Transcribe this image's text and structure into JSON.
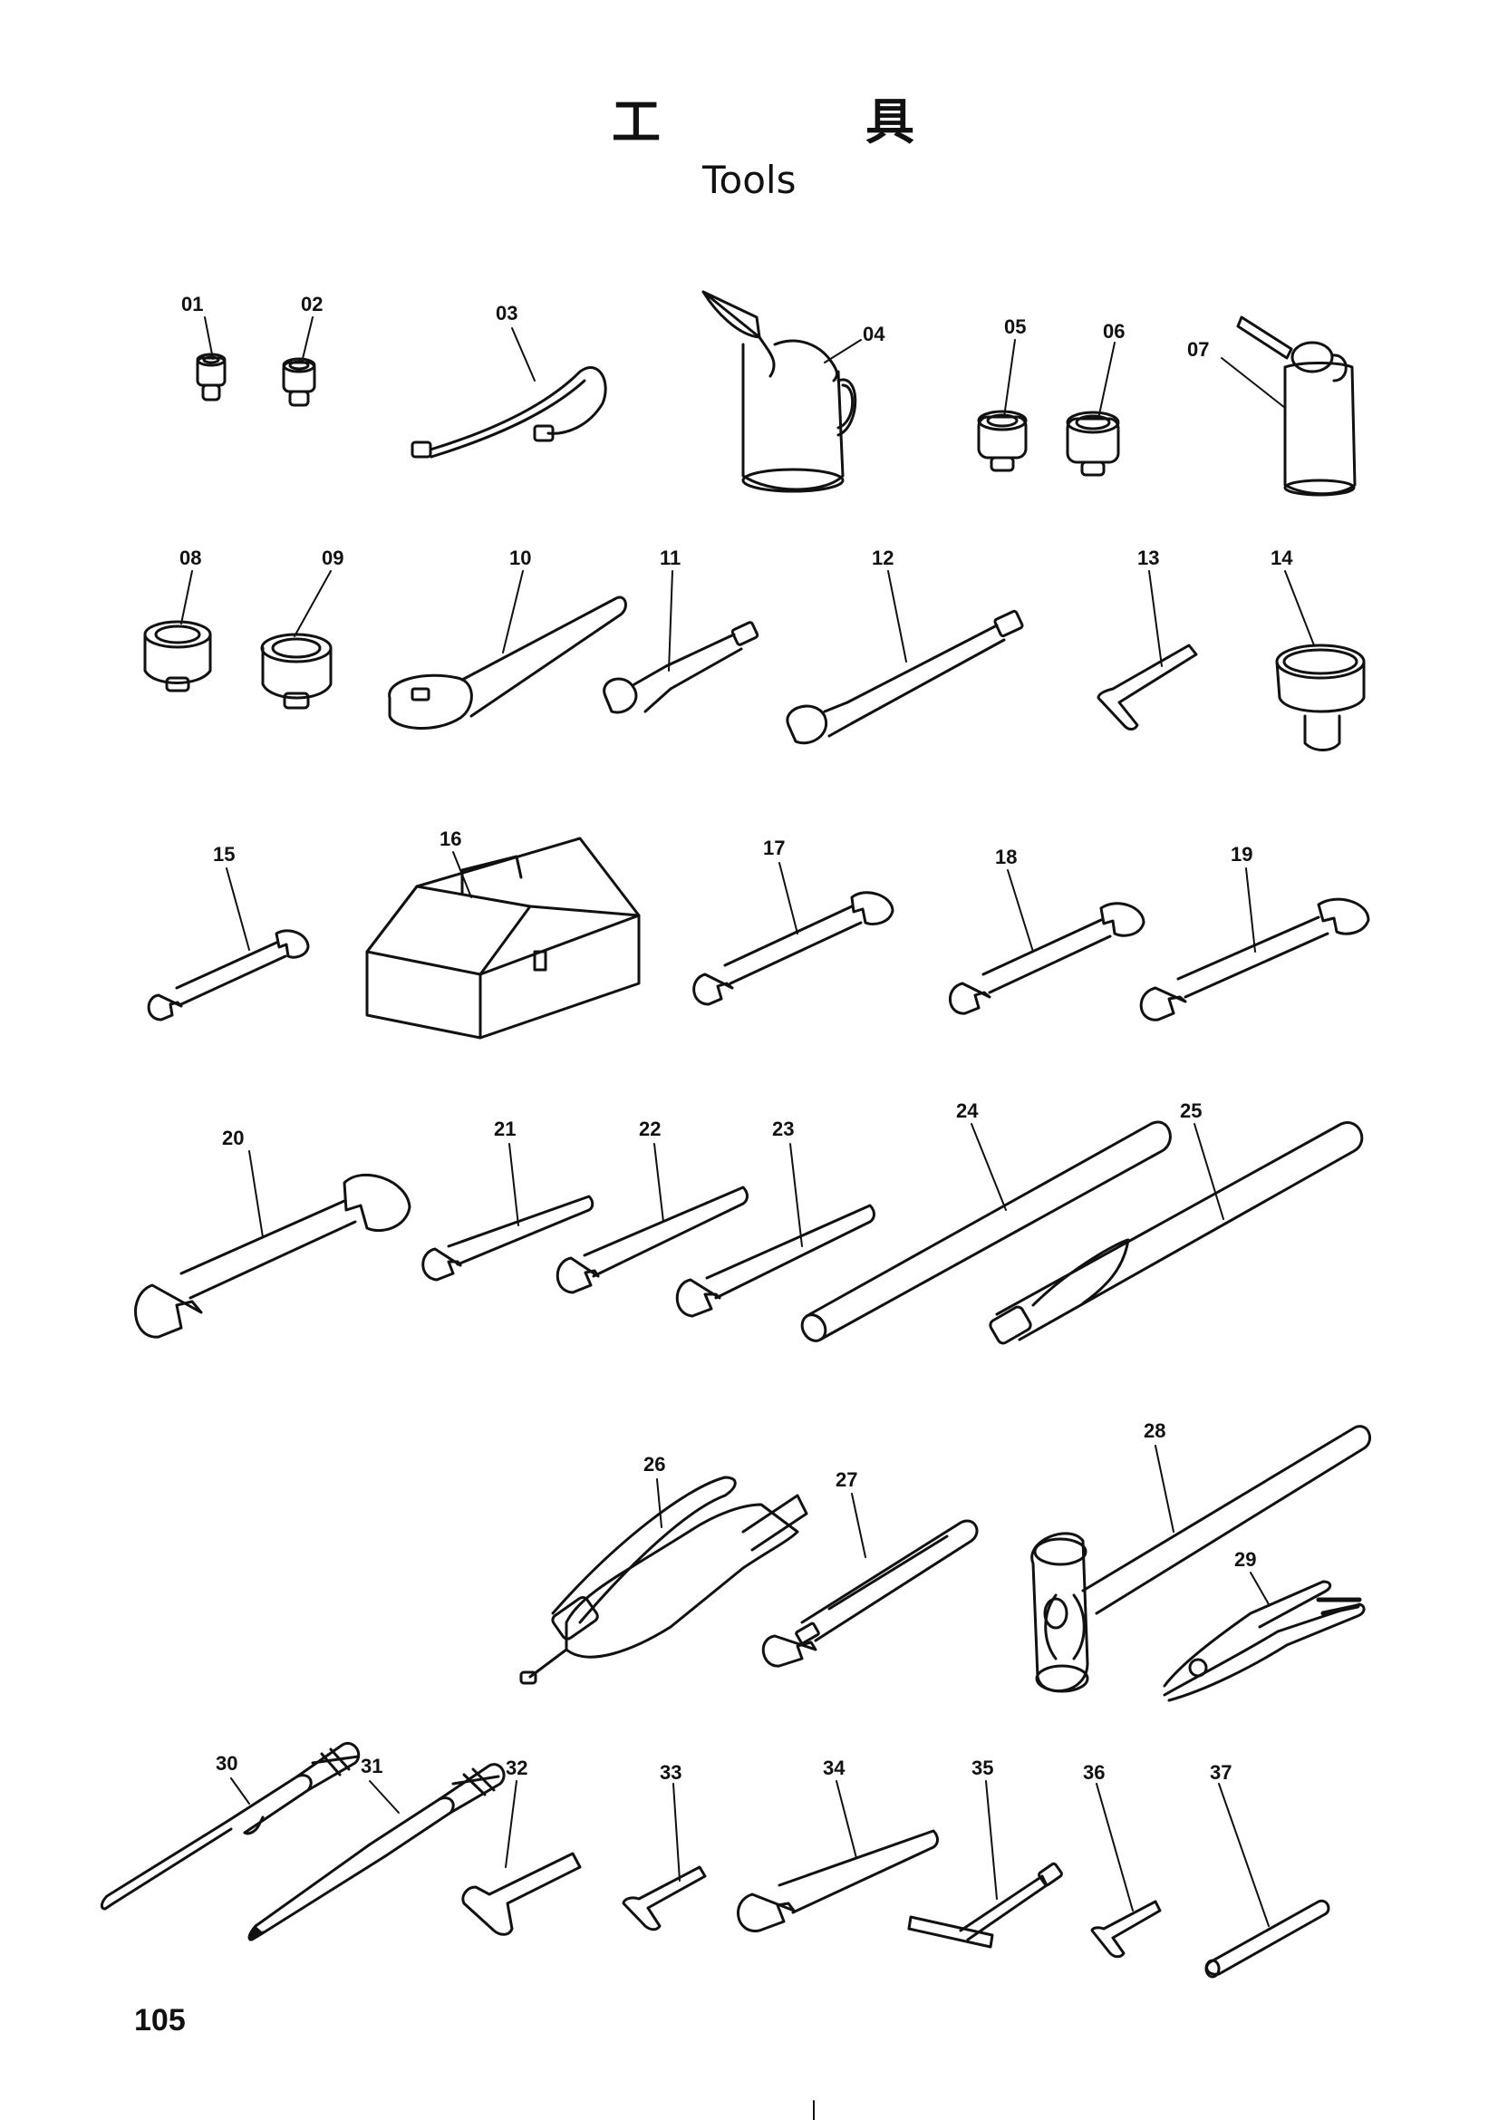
{
  "header": {
    "title_jp_1": "工",
    "title_jp_2": "具",
    "title_en": "Tools"
  },
  "items": [
    {
      "no": "01",
      "icon": "socket-small-icon"
    },
    {
      "no": "02",
      "icon": "socket-small-icon"
    },
    {
      "no": "03",
      "icon": "hose-icon"
    },
    {
      "no": "04",
      "icon": "oil-jug-icon"
    },
    {
      "no": "05",
      "icon": "socket-medium-icon"
    },
    {
      "no": "06",
      "icon": "socket-medium-icon"
    },
    {
      "no": "07",
      "icon": "oil-can-icon"
    },
    {
      "no": "08",
      "icon": "socket-large-icon"
    },
    {
      "no": "09",
      "icon": "socket-large-icon"
    },
    {
      "no": "10",
      "icon": "ratchet-handle-icon"
    },
    {
      "no": "11",
      "icon": "extension-bar-icon"
    },
    {
      "no": "12",
      "icon": "extension-bar-long-icon"
    },
    {
      "no": "13",
      "icon": "hex-key-icon"
    },
    {
      "no": "14",
      "icon": "funnel-icon"
    },
    {
      "no": "15",
      "icon": "double-open-wrench-icon"
    },
    {
      "no": "16",
      "icon": "tool-box-icon"
    },
    {
      "no": "17",
      "icon": "double-open-wrench-icon"
    },
    {
      "no": "18",
      "icon": "double-open-wrench-icon"
    },
    {
      "no": "19",
      "icon": "double-open-wrench-icon"
    },
    {
      "no": "20",
      "icon": "double-open-wrench-large-icon"
    },
    {
      "no": "21",
      "icon": "single-open-wrench-icon"
    },
    {
      "no": "22",
      "icon": "single-open-wrench-icon"
    },
    {
      "no": "23",
      "icon": "single-open-wrench-icon"
    },
    {
      "no": "24",
      "icon": "pipe-bar-icon"
    },
    {
      "no": "25",
      "icon": "pipe-bar-icon"
    },
    {
      "no": "26",
      "icon": "grease-gun-icon"
    },
    {
      "no": "27",
      "icon": "adjustable-wrench-icon"
    },
    {
      "no": "28",
      "icon": "hammer-icon"
    },
    {
      "no": "29",
      "icon": "pliers-icon"
    },
    {
      "no": "30",
      "icon": "flat-screwdriver-icon"
    },
    {
      "no": "31",
      "icon": "phillips-screwdriver-icon"
    },
    {
      "no": "32",
      "icon": "hex-key-icon"
    },
    {
      "no": "33",
      "icon": "hex-key-icon"
    },
    {
      "no": "34",
      "icon": "single-open-wrench-icon"
    },
    {
      "no": "35",
      "icon": "t-handle-wrench-icon"
    },
    {
      "no": "36",
      "icon": "hex-key-icon"
    },
    {
      "no": "37",
      "icon": "tommy-bar-icon"
    }
  ],
  "footer": {
    "page_number": "105"
  },
  "colors": {
    "ink": "#111111",
    "paper": "#ffffff"
  }
}
